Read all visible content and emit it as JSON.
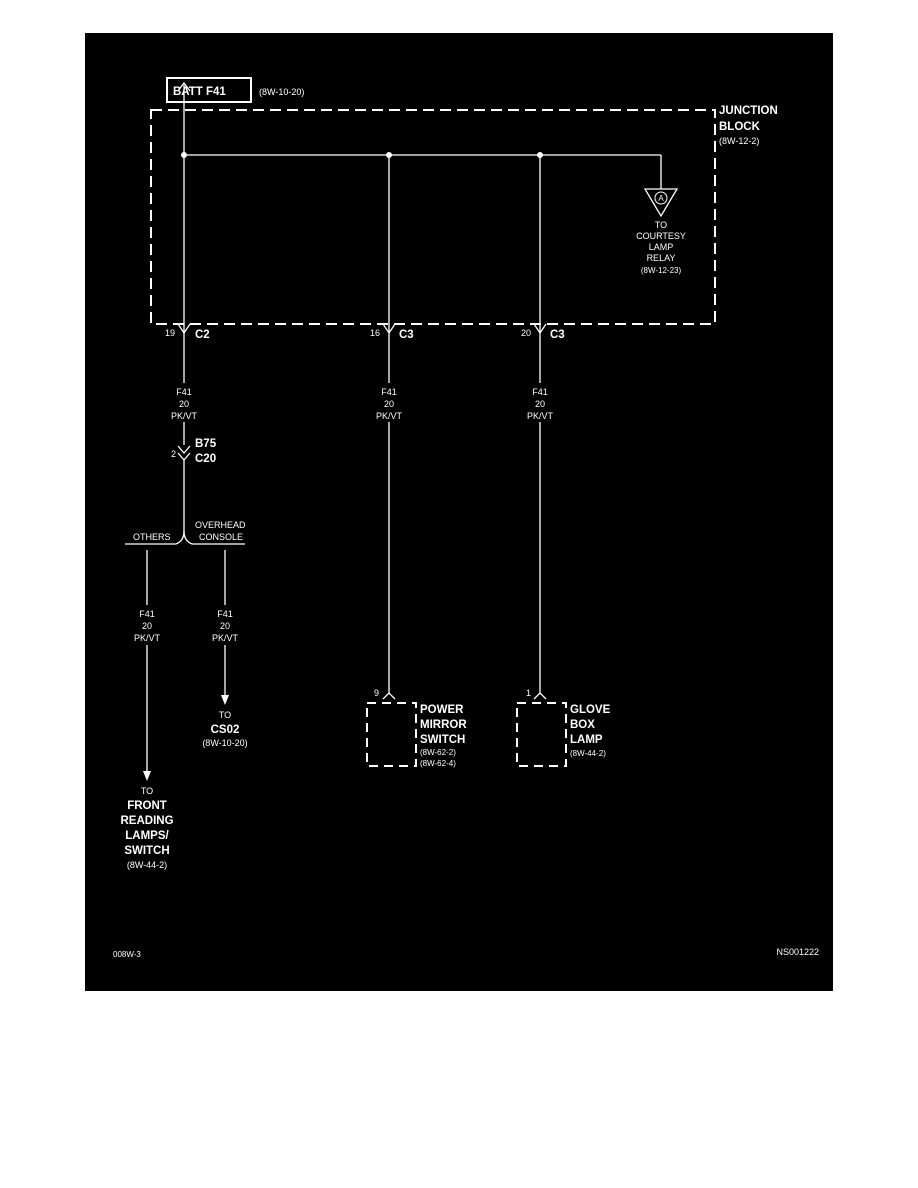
{
  "battery": {
    "label": "BATT F41",
    "ref": "(8W-10-20)"
  },
  "junction_block": {
    "line1": "JUNCTION",
    "line2": "BLOCK",
    "ref": "(8W-12-2)"
  },
  "courtesy": {
    "connector": "A",
    "to": "TO",
    "line1": "COURTESY",
    "line2": "LAMP",
    "line3": "RELAY",
    "ref": "(8W-12-23)"
  },
  "connectors": {
    "c2": {
      "pin": "19",
      "name": "C2"
    },
    "c3_mid": {
      "pin": "16",
      "name": "C3"
    },
    "c3_right": {
      "pin": "20",
      "name": "C3"
    },
    "b75": {
      "pin": "2",
      "line1": "B75",
      "line2": "C20"
    }
  },
  "wires": {
    "left": {
      "circuit": "F41",
      "gauge": "20",
      "color": "PK/VT"
    },
    "mid": {
      "circuit": "F41",
      "gauge": "20",
      "color": "PK/VT"
    },
    "right": {
      "circuit": "F41",
      "gauge": "20",
      "color": "PK/VT"
    },
    "others": {
      "circuit": "F41",
      "gauge": "20",
      "color": "PK/VT"
    },
    "overhead": {
      "circuit": "F41",
      "gauge": "20",
      "color": "PK/VT"
    }
  },
  "branches": {
    "others": "OTHERS",
    "overhead_1": "OVERHEAD",
    "overhead_2": "CONSOLE"
  },
  "cs02": {
    "to": "TO",
    "name": "CS02",
    "ref": "(8W-10-20)"
  },
  "front_lamps": {
    "to": "TO",
    "line1": "FRONT",
    "line2": "READING",
    "line3": "LAMPS/",
    "line4": "SWITCH",
    "ref": "(8W-44-2)"
  },
  "mirror_switch": {
    "pin": "9",
    "line1": "POWER",
    "line2": "MIRROR",
    "line3": "SWITCH",
    "ref1": "(8W-62-2)",
    "ref2": "(8W-62-4)"
  },
  "glove_box": {
    "pin": "1",
    "line1": "GLOVE",
    "line2": "BOX",
    "line3": "LAMP",
    "ref": "(8W-44-2)"
  },
  "footer": {
    "left": "008W-3",
    "right": "NS001222"
  }
}
